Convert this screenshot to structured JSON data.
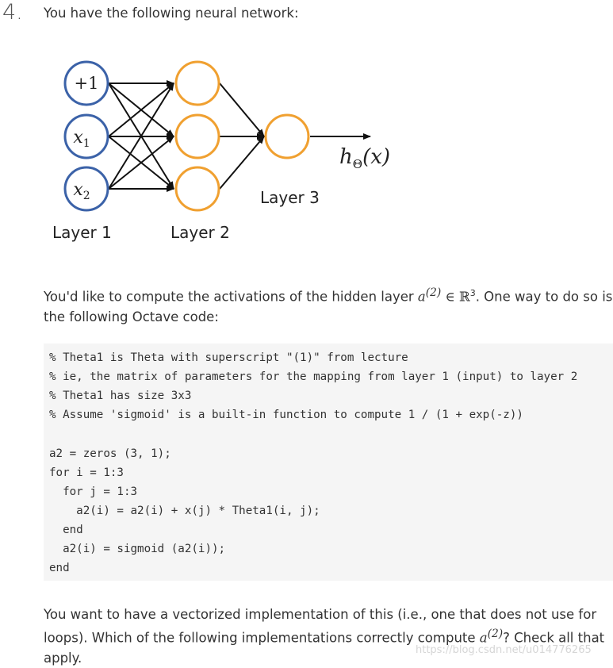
{
  "question": {
    "number": "4.",
    "title": "You have the following neural network:"
  },
  "diagram": {
    "nodes_layer1": [
      "+1",
      "x",
      "x"
    ],
    "subscripts_layer1": [
      "",
      "1",
      "2"
    ],
    "output_label": "h",
    "output_sub": "Θ",
    "output_arg": "(x)",
    "layer_labels": [
      "Layer 1",
      "Layer 2",
      "Layer 3"
    ],
    "colors": {
      "input": "#3b62a8",
      "hidden": "#f0a030",
      "edge": "#111111"
    }
  },
  "paragraph1": {
    "line1_pre": "You'd like to compute the activations of the hidden layer ",
    "math_a": "a",
    "math_sup": "(2)",
    "math_in": " ∈ ",
    "math_R": "ℝ",
    "math_R_sup": "3",
    "line1_post": ". One way to do so is",
    "line2": "the following Octave code:"
  },
  "code_lines": [
    "% Theta1 is Theta with superscript \"(1)\" from lecture",
    "% ie, the matrix of parameters for the mapping from layer 1 (input) to layer 2",
    "% Theta1 has size 3x3",
    "% Assume 'sigmoid' is a built-in function to compute 1 / (1 + exp(-z))",
    "",
    "a2 = zeros (3, 1);",
    "for i = 1:3",
    "  for j = 1:3",
    "    a2(i) = a2(i) + x(j) * Theta1(i, j);",
    "  end",
    "  a2(i) = sigmoid (a2(i));",
    "end"
  ],
  "paragraph2": {
    "line1": "You want to have a vectorized implementation of this (i.e., one that does not use for",
    "line2_pre": "loops). Which of the following implementations correctly compute ",
    "line2_math": "a",
    "line2_sup": "(2)",
    "line2_post": "? Check all that",
    "line3": "apply."
  },
  "watermark": "https://blog.csdn.net/u014776265"
}
